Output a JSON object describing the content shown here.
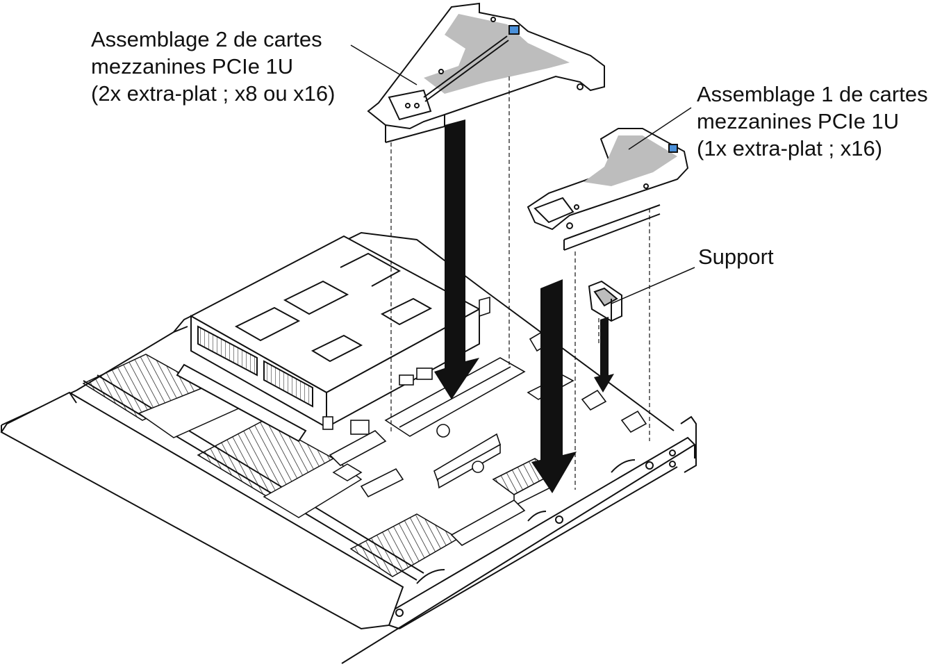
{
  "callouts": {
    "riser2": {
      "line1": "Assemblage 2 de cartes",
      "line2": "mezzanines PCIe 1U",
      "line3": "(2x extra-plat ; x8 ou x16)"
    },
    "riser1": {
      "line1": "Assemblage 1 de cartes",
      "line2": "mezzanines PCIe 1U",
      "line3": "(1x extra-plat ; x16)"
    },
    "support": {
      "label": "Support"
    }
  },
  "colors": {
    "line": "#111111",
    "fill_gray": "#bdbdbd",
    "latch_blue": "#4a90d9"
  }
}
